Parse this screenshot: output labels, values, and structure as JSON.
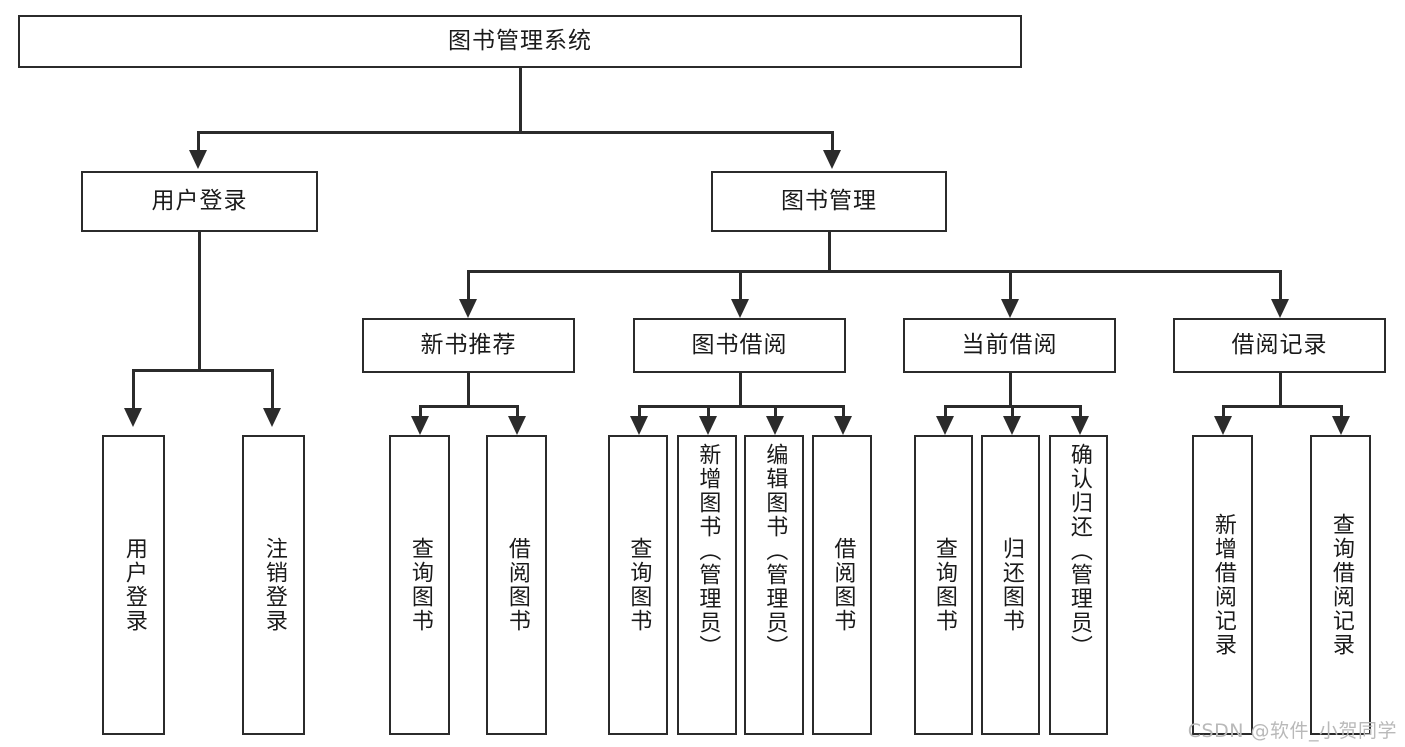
{
  "diagram": {
    "type": "tree-hierarchy-chart",
    "title": "图书管理系统",
    "orientation": "top-down",
    "colors": {
      "stroke": "#2b2b2b",
      "fill": "#ffffff",
      "text": "#1a1a1a",
      "watermark": "#b9b9b9"
    },
    "root": {
      "label": "图书管理系统",
      "text_orientation": "horizontal"
    },
    "level2": [
      {
        "label": "用户登录",
        "text_orientation": "horizontal"
      },
      {
        "label": "图书管理",
        "text_orientation": "horizontal"
      }
    ],
    "level3": [
      {
        "label": "新书推荐",
        "text_orientation": "horizontal",
        "parent": "图书管理"
      },
      {
        "label": "图书借阅",
        "text_orientation": "horizontal",
        "parent": "图书管理"
      },
      {
        "label": "当前借阅",
        "text_orientation": "horizontal",
        "parent": "图书管理"
      },
      {
        "label": "借阅记录",
        "text_orientation": "horizontal",
        "parent": "图书管理"
      }
    ],
    "leaves": {
      "user_login": [
        {
          "label": "用户登录",
          "text_orientation": "vertical"
        },
        {
          "label": "注销登录",
          "text_orientation": "vertical"
        }
      ],
      "new_book_recommend": [
        {
          "label": "查询图书",
          "text_orientation": "vertical"
        },
        {
          "label": "借阅图书",
          "text_orientation": "vertical"
        }
      ],
      "book_borrow": [
        {
          "label": "查询图书",
          "text_orientation": "vertical"
        },
        {
          "label": "新增图书（管理员）",
          "text_orientation": "vertical"
        },
        {
          "label": "编辑图书（管理员）",
          "text_orientation": "vertical"
        },
        {
          "label": "借阅图书",
          "text_orientation": "vertical"
        }
      ],
      "current_borrow": [
        {
          "label": "查询图书",
          "text_orientation": "vertical"
        },
        {
          "label": "归还图书",
          "text_orientation": "vertical"
        },
        {
          "label": "确认归还（管理员）",
          "text_orientation": "vertical"
        }
      ],
      "borrow_record": [
        {
          "label": "新增借阅记录",
          "text_orientation": "vertical"
        },
        {
          "label": "查询借阅记录",
          "text_orientation": "vertical"
        }
      ]
    },
    "watermark": "CSDN @软件_小贺同学"
  }
}
